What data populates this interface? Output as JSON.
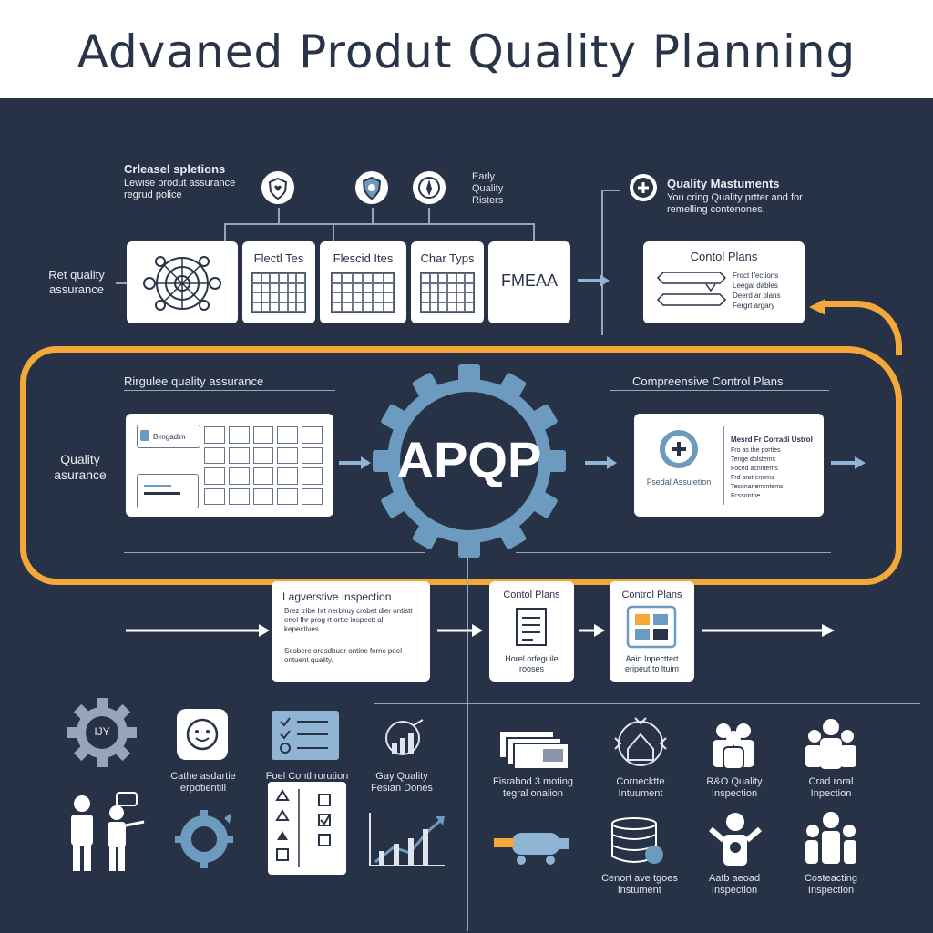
{
  "header": {
    "title": "Advaned Produt Quality Planning"
  },
  "top_left": {
    "heading": "Crleasel spletions",
    "body": "Lewise produt assurance regrud police"
  },
  "top_small_label": "Early Quality Risters",
  "top_right": {
    "heading": "Quality Mastuments",
    "body": "You cring Quality prtter and for remelling contenones."
  },
  "row1": {
    "side_label": "Ret quality assurance",
    "cards": [
      "Flectl Tes",
      "Flescid Ites",
      "Char Typs",
      "FMEAA"
    ],
    "control_plans": {
      "title": "Contol Plans",
      "items": [
        "Froct Ifections",
        "Leegal dables",
        "Deerd ar plans",
        "Fergrt argary"
      ]
    }
  },
  "center": {
    "left_label": "Rirgulee quality assurance",
    "right_label": "Compreensive Control Plans",
    "side_label": "Quality asurance",
    "hub": "APQP",
    "left_card_tag": "Bimgadim",
    "right_card": {
      "heading": "Mesrd Fr Corradi Ustrol",
      "logo_text": "Fsedal Assuietion",
      "lines": [
        "Fro as the porties",
        "Tenge dolstems",
        "Foced acnntems",
        "Frd arat enoms",
        "Tesonanerrsntems",
        "Fcssontne"
      ]
    }
  },
  "row3": {
    "inspection": {
      "title": "Lagverstive Inspection",
      "bullets": [
        "Brez tribe hrt nerbhuy crobet dier ontistt enel fhr prog rt ortte inspectt al kepectives.",
        "Sesbere ordsdbuor ontinc fornc poel ontuent quality."
      ]
    },
    "control_a": {
      "title": "Contol Plans",
      "caption": "Horel orfeguile rooses"
    },
    "control_b": {
      "title": "Control Plans",
      "caption": "Aaid Inpecttert eripeut to ltuim"
    }
  },
  "icons_left": [
    {
      "label": "Cathe asdartie erpotientill"
    },
    {
      "label": "Foel Contl rorution"
    },
    {
      "label": "Gay Quality Fesian Dones"
    }
  ],
  "gear_text": "IJY",
  "icons_right": [
    {
      "label": "Fisrabod 3 moting tegral onalion"
    },
    {
      "label": "Cornecktte Intuument"
    },
    {
      "label": "R&O Quality Inspection"
    },
    {
      "label": "Crad roral Inpection"
    },
    {
      "label": "Cenort ave tgoes instument"
    },
    {
      "label": "Aatb aeoad Inspection"
    },
    {
      "label": "Costeacting Inspection"
    }
  ],
  "colors": {
    "background": "#283246",
    "accent": "#f2a93a",
    "gear": "#6d9bc0",
    "card": "#ffffff"
  }
}
